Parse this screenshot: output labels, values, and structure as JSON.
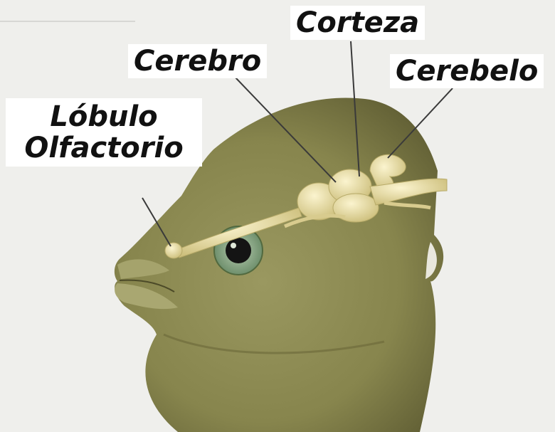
{
  "labels": {
    "corteza": "Corteza",
    "cerebro": "Cerebro",
    "cerebelo": "Cerebelo",
    "lobulo_line1": "Lóbulo",
    "lobulo_line2": "Olfactorio"
  },
  "colors": {
    "background": "#efefec",
    "fish_body": "#8f8d55",
    "fish_dark": "#5f5d33",
    "brain": "#e6dca2",
    "eye_iris": "#8fae8c",
    "pointer_line": "#3a3a3a"
  }
}
